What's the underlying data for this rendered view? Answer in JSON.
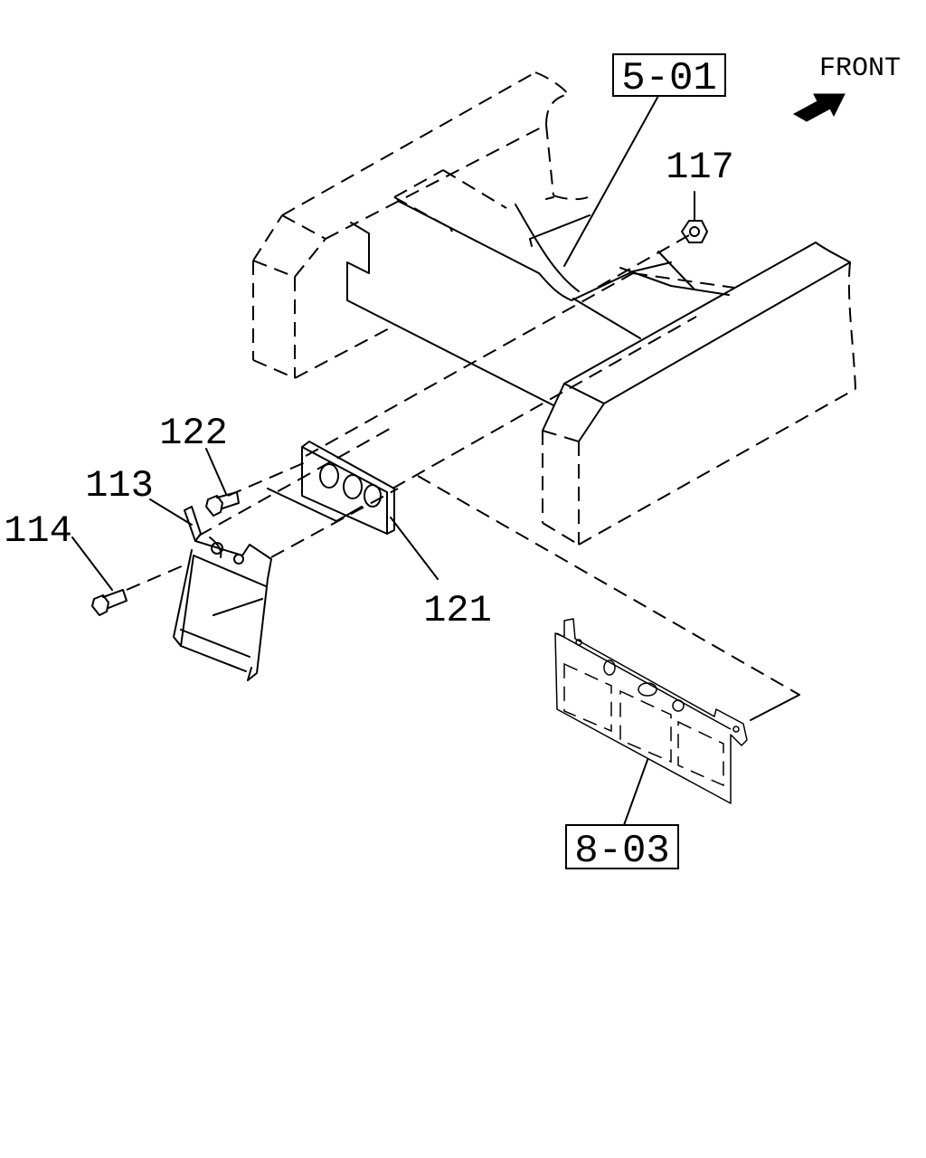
{
  "diagram": {
    "direction_label": "FRONT",
    "direction_icon": "front-arrow-icon",
    "reference_boxes": [
      {
        "id": "ref-5-01",
        "text": "5-01"
      },
      {
        "id": "ref-8-03",
        "text": "8-03"
      }
    ],
    "part_labels": [
      {
        "id": "part-117",
        "text": "117"
      },
      {
        "id": "part-122",
        "text": "122"
      },
      {
        "id": "part-113",
        "text": "113"
      },
      {
        "id": "part-114",
        "text": "114"
      },
      {
        "id": "part-121",
        "text": "121"
      }
    ]
  }
}
